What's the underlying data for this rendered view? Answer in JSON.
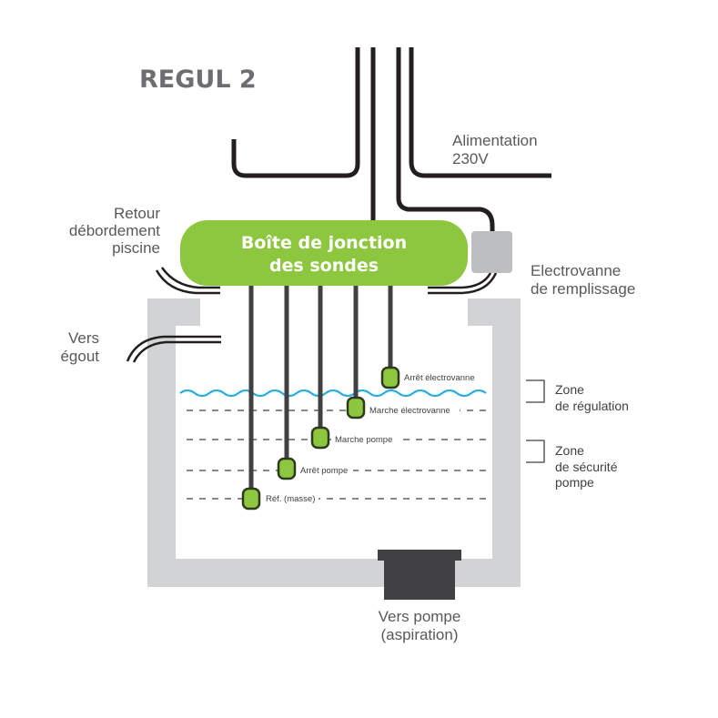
{
  "title": "REGUL 2",
  "junction_box": {
    "line1": "Boîte de jonction",
    "line2": "des sondes"
  },
  "labels": {
    "retour": [
      "Retour",
      "débordement",
      "piscine"
    ],
    "egout": [
      "Vers",
      "égout"
    ],
    "alimentation": [
      "Alimentation",
      "230V"
    ],
    "electrovanne": [
      "Electrovanne",
      "de remplissage"
    ],
    "pompe": [
      "Vers pompe",
      "(aspiration)"
    ]
  },
  "probes": [
    {
      "label": "Arrêt électrovanne"
    },
    {
      "label": "Marche électrovanne"
    },
    {
      "label": "Marche pompe"
    },
    {
      "label": "Arrêt pompe"
    },
    {
      "label": "Réf. (masse)"
    }
  ],
  "zones": [
    {
      "line1": "Zone",
      "line2": "de régulation"
    },
    {
      "line1": "Zone",
      "line2": "de sécurité",
      "line3": "pompe"
    }
  ],
  "colors": {
    "green": "#8dc63f",
    "water": "#29abe2",
    "cable": "#231f20",
    "tank": "#d1d3d4",
    "probe_line": "#414042",
    "valve": "#bcbec0",
    "pump": "#414042",
    "text": "#58595b"
  }
}
